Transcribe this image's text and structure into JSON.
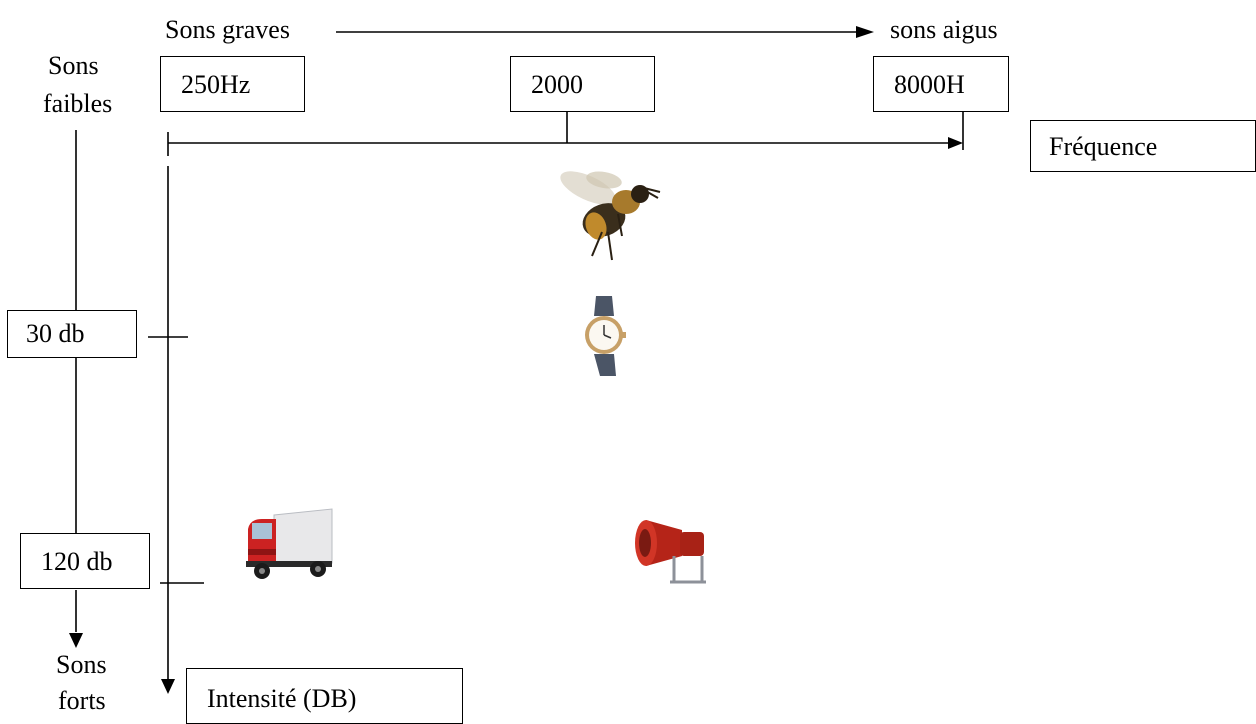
{
  "freq_axis": {
    "low_label": "Sons graves",
    "high_label": "sons aigus",
    "ticks": [
      "250Hz",
      "2000",
      "8000H"
    ],
    "axis_label": "Fréquence"
  },
  "intensity_axis": {
    "top_label_line1": "Sons",
    "top_label_line2": "faibles",
    "bottom_label_line1": "Sons",
    "bottom_label_line2": "forts",
    "ticks": [
      "30 db",
      "120 db"
    ],
    "axis_label": "Intensité (DB)"
  },
  "icons": [
    "bee-icon",
    "wristwatch-icon",
    "truck-icon",
    "siren-horn-icon"
  ]
}
